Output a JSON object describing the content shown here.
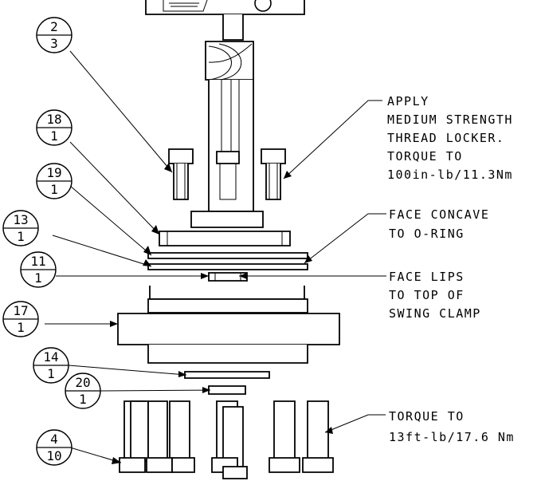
{
  "balloons": [
    {
      "id": "b-2-3",
      "top": "2",
      "bottom": "3"
    },
    {
      "id": "b-18-1",
      "top": "18",
      "bottom": "1"
    },
    {
      "id": "b-19-1",
      "top": "19",
      "bottom": "1"
    },
    {
      "id": "b-13-1",
      "top": "13",
      "bottom": "1"
    },
    {
      "id": "b-11-1",
      "top": "11",
      "bottom": "1"
    },
    {
      "id": "b-17-1",
      "top": "17",
      "bottom": "1"
    },
    {
      "id": "b-14-1",
      "top": "14",
      "bottom": "1"
    },
    {
      "id": "b-20-1",
      "top": "20",
      "bottom": "1"
    },
    {
      "id": "b-4-10",
      "top": "4",
      "bottom": "10"
    }
  ],
  "notes": {
    "thread_locker": [
      "APPLY",
      "MEDIUM STRENGTH",
      "THREAD LOCKER.",
      "TORQUE TO",
      "100in-lb/11.3Nm"
    ],
    "face_concave": [
      "FACE CONCAVE",
      "TO O-RING"
    ],
    "face_lips": [
      "FACE LIPS",
      "TO TOP OF",
      "SWING CLAMP"
    ],
    "torque_bolts": [
      "TORQUE TO",
      "13ft-lb/17.6 Nm"
    ]
  }
}
